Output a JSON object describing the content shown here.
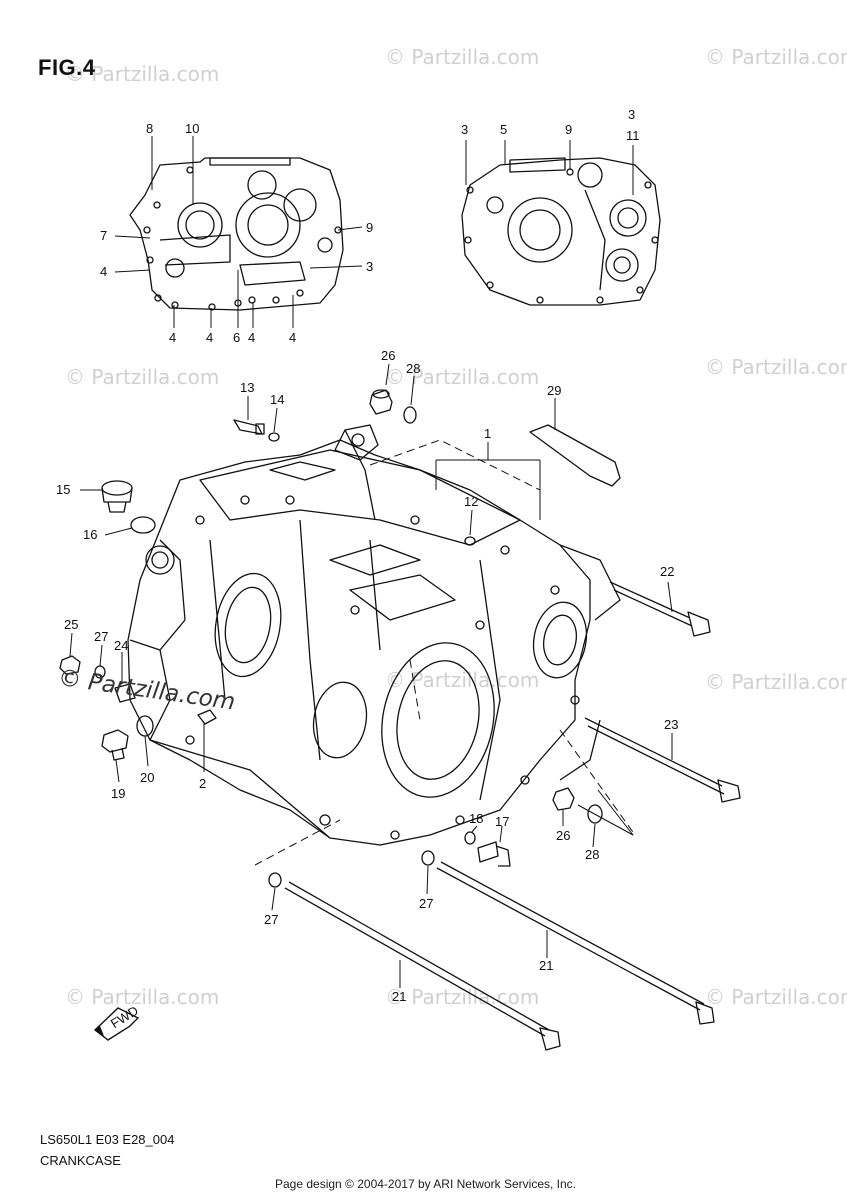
{
  "figure": {
    "title": "FIG.4"
  },
  "footer": {
    "code": "LS650L1 E03 E28_004",
    "name": "CRANKCASE",
    "credit": "Page design © 2004-2017 by ARI Network Services, Inc."
  },
  "watermark": {
    "text": "© Partzilla.com",
    "overlay_text": "© Partzilla.com"
  },
  "fwd_label": "FWD",
  "callouts": {
    "top_left": [
      "8",
      "10",
      "7",
      "4",
      "9",
      "3",
      "4",
      "4",
      "6",
      "4",
      "4"
    ],
    "top_right": [
      "3",
      "5",
      "9",
      "3",
      "11"
    ],
    "main": [
      "26",
      "28",
      "13",
      "14",
      "29",
      "1",
      "12",
      "15",
      "16",
      "22",
      "25",
      "27",
      "24",
      "2",
      "20",
      "19",
      "23",
      "26",
      "28",
      "18",
      "17",
      "27",
      "27",
      "21",
      "21"
    ]
  }
}
